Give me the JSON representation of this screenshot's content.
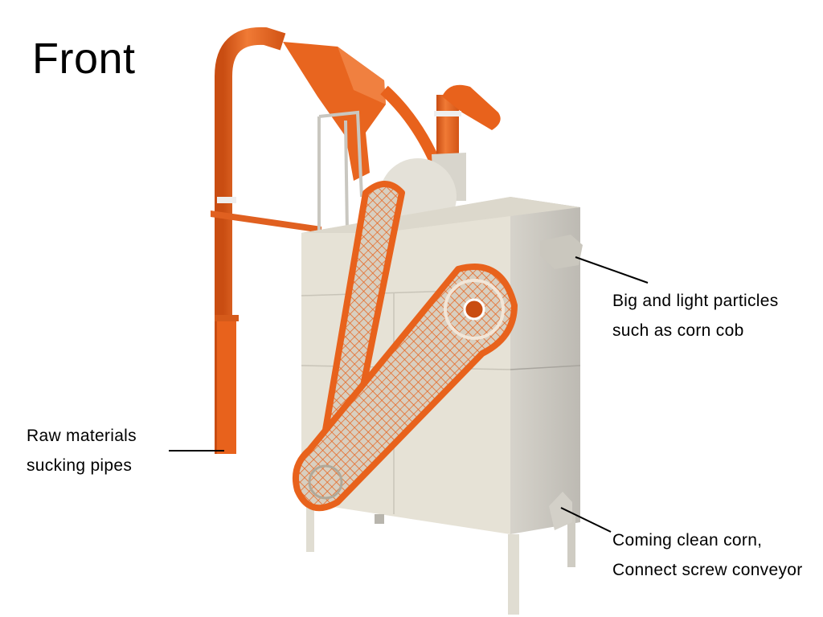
{
  "title": "Front",
  "colors": {
    "machine_orange": "#e8621c",
    "machine_body": "#e6e2d6",
    "background": "#ffffff",
    "text": "#000000"
  },
  "annotations": [
    {
      "id": "raw-materials",
      "lines": [
        "Raw materials",
        "sucking pipes"
      ],
      "points_to": "vertical orange suction pipe"
    },
    {
      "id": "big-light-particles",
      "lines": [
        "Big and light particles",
        "such as corn cob"
      ],
      "points_to": "upper right side outlet"
    },
    {
      "id": "clean-corn",
      "lines": [
        "Coming clean corn,",
        "Connect screw conveyor"
      ],
      "points_to": "lower right side outlet"
    }
  ],
  "machine": {
    "parts": [
      "suction pipe",
      "cyclone hopper",
      "blower fan",
      "exhaust elbow",
      "belt guard (upper)",
      "belt guard (lower)",
      "cabinet",
      "legs",
      "outlets"
    ]
  }
}
